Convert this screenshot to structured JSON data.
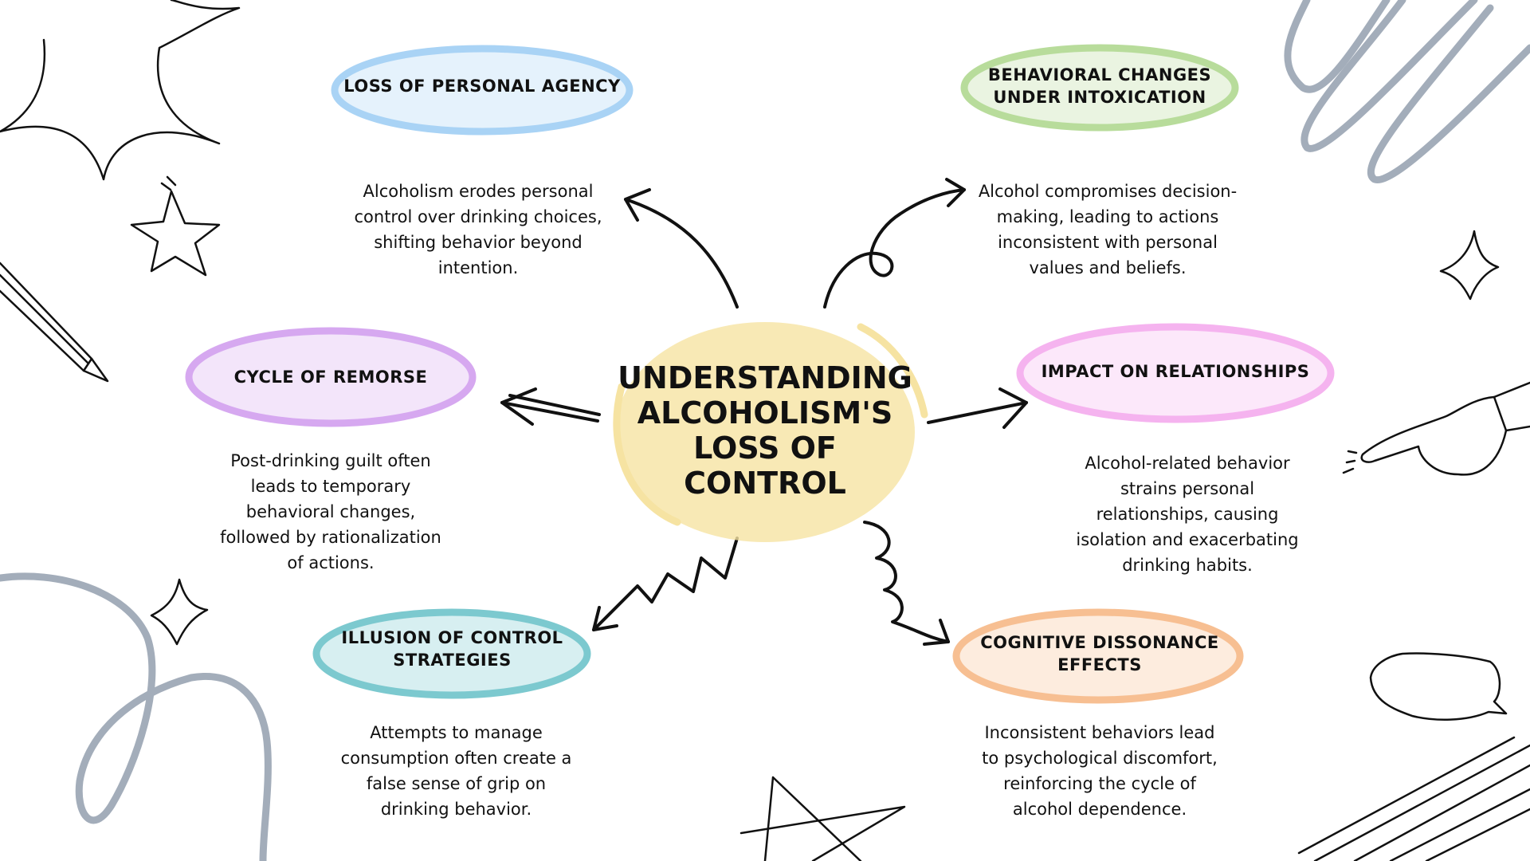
{
  "center": {
    "title_lines": [
      "UNDERSTANDING",
      "ALCOHOLISM'S",
      "LOSS OF",
      "CONTROL"
    ],
    "color": "#f6e3a2"
  },
  "nodes": [
    {
      "key": "personal-agency",
      "title_lines": [
        "LOSS OF PERSONAL AGENCY"
      ],
      "description_lines": [
        "Alcoholism erodes personal",
        "control over drinking choices,",
        "shifting behavior beyond",
        "intention."
      ],
      "color": "#a9d3f5"
    },
    {
      "key": "behavioral-changes",
      "title_lines": [
        "BEHAVIORAL CHANGES",
        "UNDER INTOXICATION"
      ],
      "description_lines": [
        "Alcohol compromises decision-",
        "making, leading to actions",
        "inconsistent with personal",
        "values and beliefs."
      ],
      "color": "#b8dc9b"
    },
    {
      "key": "cycle-of-remorse",
      "title_lines": [
        "CYCLE OF REMORSE"
      ],
      "description_lines": [
        "Post-drinking guilt often",
        "leads to temporary",
        "behavioral changes,",
        "followed by rationalization",
        "of actions."
      ],
      "color": "#d6a8f0"
    },
    {
      "key": "impact-on-relationships",
      "title_lines": [
        "IMPACT ON RELATIONSHIPS"
      ],
      "description_lines": [
        "Alcohol-related behavior",
        "strains personal",
        "relationships, causing",
        "isolation and exacerbating",
        "drinking habits."
      ],
      "color": "#f5b3ef"
    },
    {
      "key": "illusion-of-control",
      "title_lines": [
        "ILLUSION OF CONTROL",
        "STRATEGIES"
      ],
      "description_lines": [
        "Attempts to manage",
        "consumption often create a",
        "false sense of grip on",
        "drinking behavior."
      ],
      "color": "#7cc9cf"
    },
    {
      "key": "cognitive-dissonance",
      "title_lines": [
        "COGNITIVE DISSONANCE",
        "EFFECTS"
      ],
      "description_lines": [
        "Inconsistent behaviors lead",
        "to psychological discomfort,",
        "reinforcing the cycle of",
        "alcohol dependence."
      ],
      "color": "#f7bf92"
    }
  ]
}
